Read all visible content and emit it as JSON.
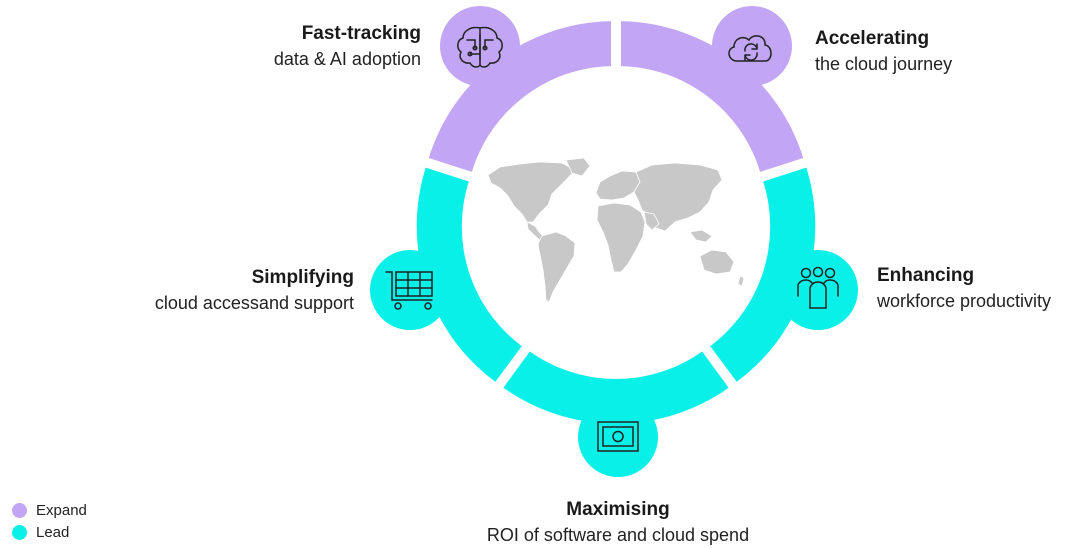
{
  "colors": {
    "expand": "#c2a6f5",
    "lead": "#08f0e8",
    "map": "#c8c8c8",
    "icon_stroke": "#222222"
  },
  "segments": [
    {
      "key": "fast-tracking",
      "group": "expand",
      "title": "Fast-tracking",
      "subtitle": "data & AI adoption",
      "icon": "brain-circuit-icon"
    },
    {
      "key": "accelerating",
      "group": "expand",
      "title": "Accelerating",
      "subtitle": "the cloud journey",
      "icon": "cloud-sync-icon"
    },
    {
      "key": "enhancing",
      "group": "lead",
      "title": "Enhancing",
      "subtitle": "workforce productivity",
      "icon": "team-icon"
    },
    {
      "key": "maximising",
      "group": "lead",
      "title": "Maximising",
      "subtitle": "ROI of software and cloud spend",
      "icon": "money-icon"
    },
    {
      "key": "simplifying",
      "group": "lead",
      "title": "Simplifying",
      "subtitle": "cloud accessand support",
      "icon": "shopping-cart-icon"
    }
  ],
  "legend": [
    {
      "label": "Expand",
      "color": "#c2a6f5"
    },
    {
      "label": "Lead",
      "color": "#08f0e8"
    }
  ]
}
